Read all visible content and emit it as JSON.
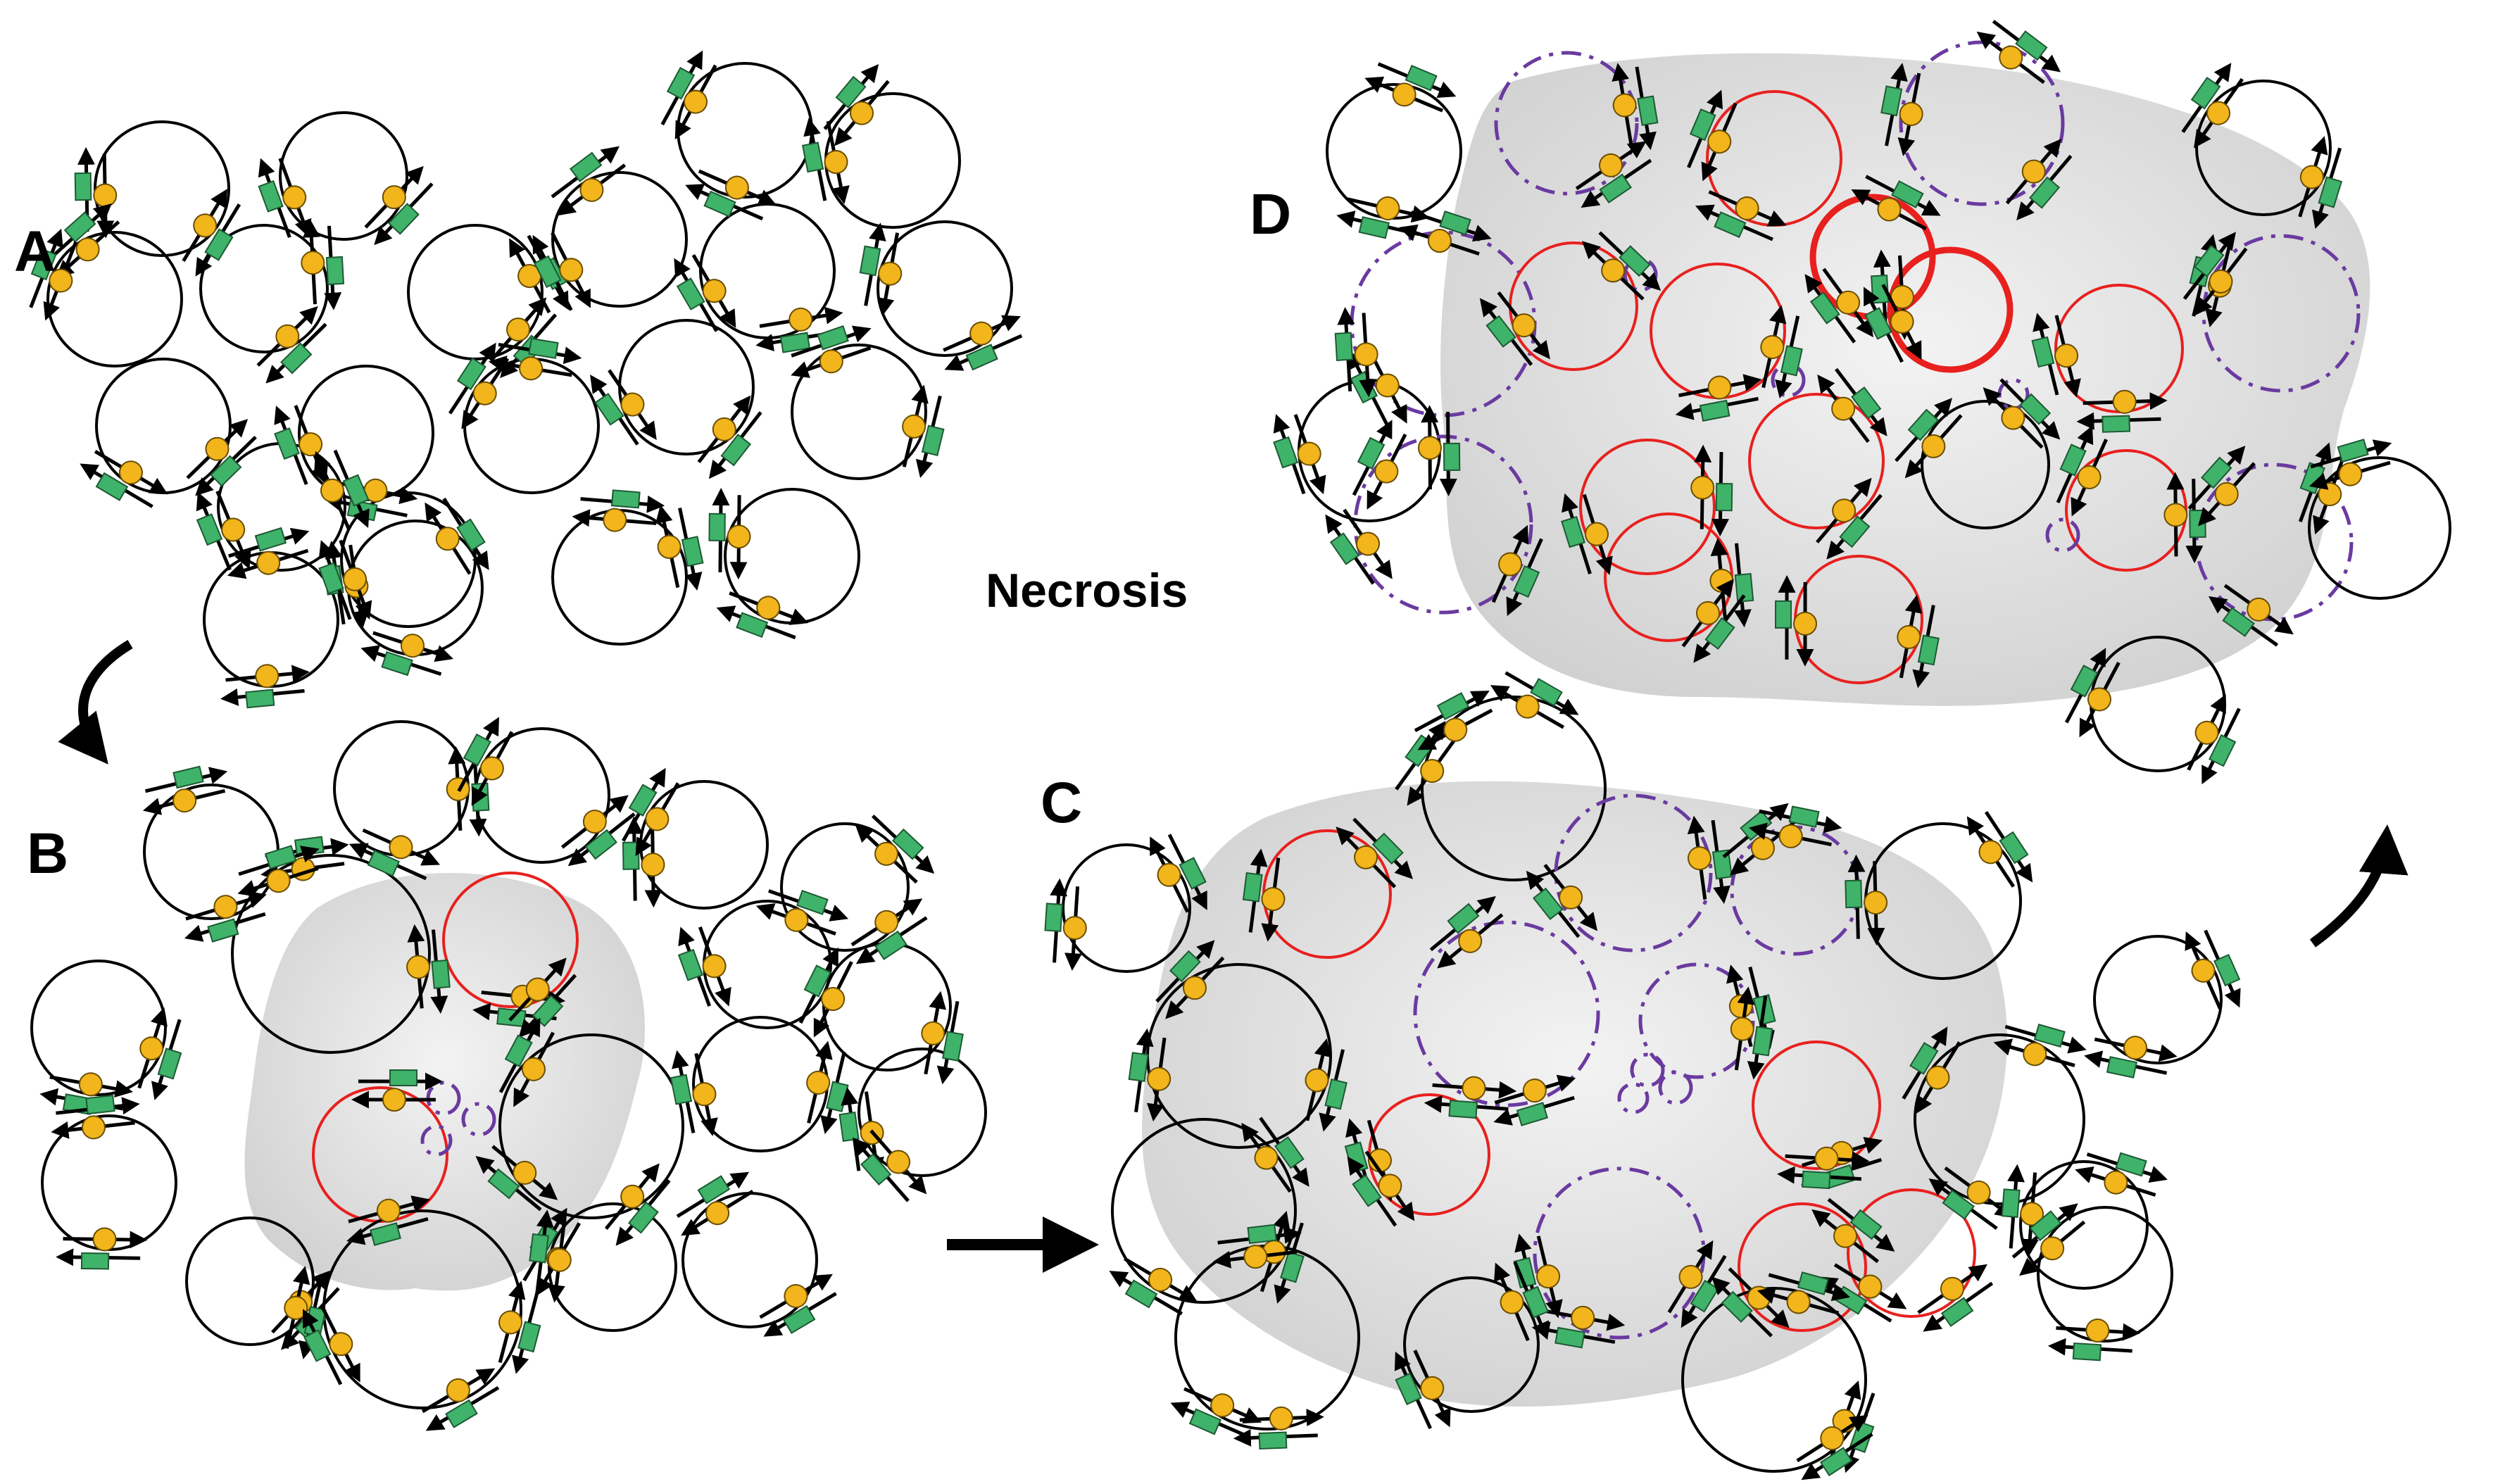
{
  "labels": {
    "panel_a": "A",
    "panel_b": "B",
    "panel_c": "C",
    "panel_d": "D",
    "center": "Necrosis"
  },
  "colors": {
    "healthy_cell": "#000000",
    "damaged_cell": "#e8201e",
    "dead_cell": "#6a3aa0",
    "necrotic_region": "#d6d6d6",
    "bead": "#f2b51c",
    "bar": "#3fb36a",
    "arrow": "#000000"
  }
}
